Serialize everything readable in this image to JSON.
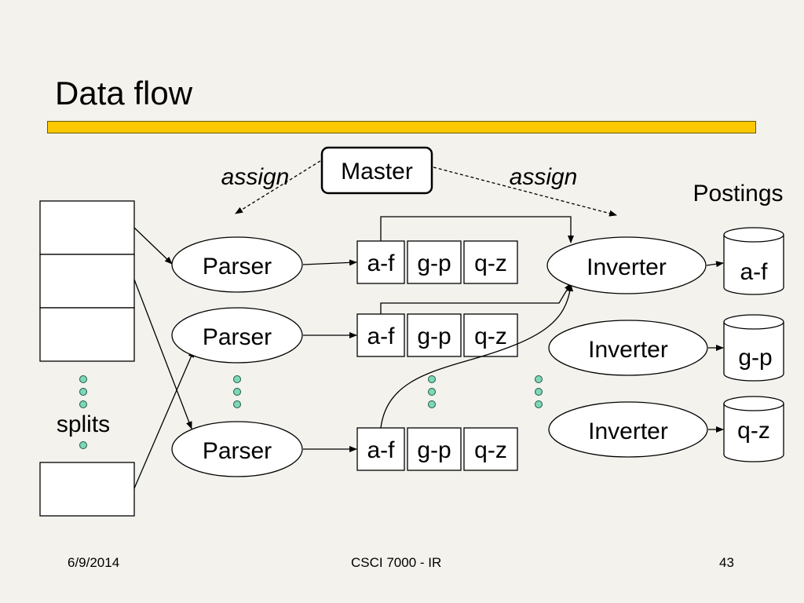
{
  "title": "Data flow",
  "master_label": "Master",
  "assign_left": "assign",
  "assign_right": "assign",
  "postings_label": "Postings",
  "splits_label": "splits",
  "parser_label": "Parser",
  "inverter_label": "Inverter",
  "partitions": [
    "a-f",
    "g-p",
    "q-z"
  ],
  "postings_files": [
    "a-f",
    "g-p",
    "q-z"
  ],
  "footer": {
    "date": "6/9/2014",
    "course": "CSCI 7000 - IR",
    "page": "43"
  },
  "colors": {
    "background": "#f3f2ed",
    "title_bar": "#fcc800",
    "dots": "#7fd6b8"
  }
}
